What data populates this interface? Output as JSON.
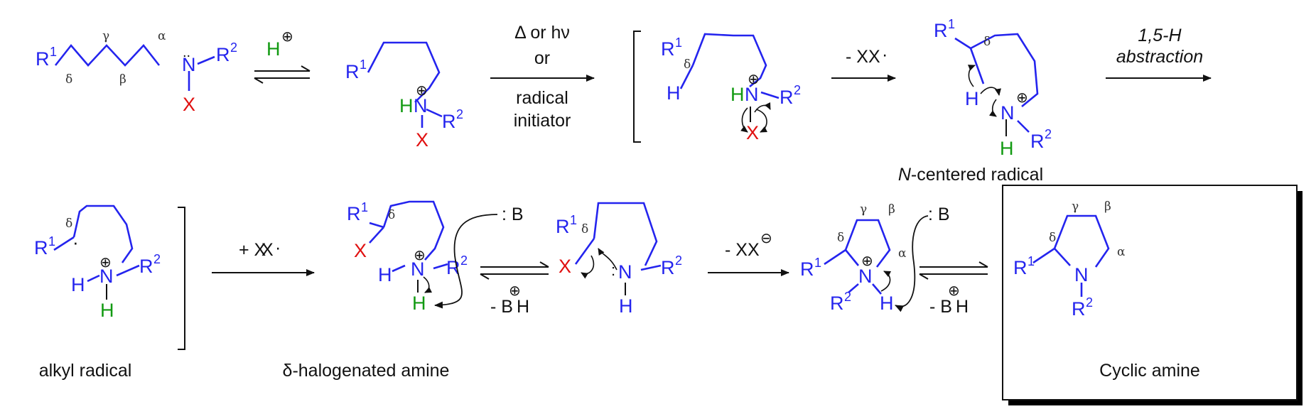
{
  "colors": {
    "bond": "#2424ee",
    "ink": "#111111",
    "halogen": "#e01010",
    "proton": "#129a12"
  },
  "atoms": {
    "R": "R",
    "one": "1",
    "two": "2",
    "N": "N",
    "H": "H",
    "X": "X",
    "B": "B",
    "NH": "N",
    "HN": "HN"
  },
  "greek": {
    "alpha": "α",
    "beta": "β",
    "gamma": "γ",
    "delta": "δ"
  },
  "symbols": {
    "plus_circle": "⊕",
    "minus_circle": "⊖",
    "radical_dot": "·",
    "lone_pair": "..",
    "colon": ":"
  },
  "conditions": {
    "step2_line1": "Δ or hν",
    "step2_line2": "or",
    "step2_line3": "radical",
    "step2_line4": "initiator",
    "minus_x": "- X",
    "plus_x": "+ X",
    "abstraction_line1": "1,5-H",
    "abstraction_line2": "abstraction",
    "minus_x_anion": "- X",
    "colon_b": ": B",
    "minus_bh": "- B",
    "bh_h": "H"
  },
  "captions": {
    "n_centered_italic": "N",
    "n_centered_rest": "-centered radical",
    "alkyl_radical": "alkyl radical",
    "delta_halogenated": "δ-halogenated amine",
    "cyclic_amine": "Cyclic amine"
  }
}
